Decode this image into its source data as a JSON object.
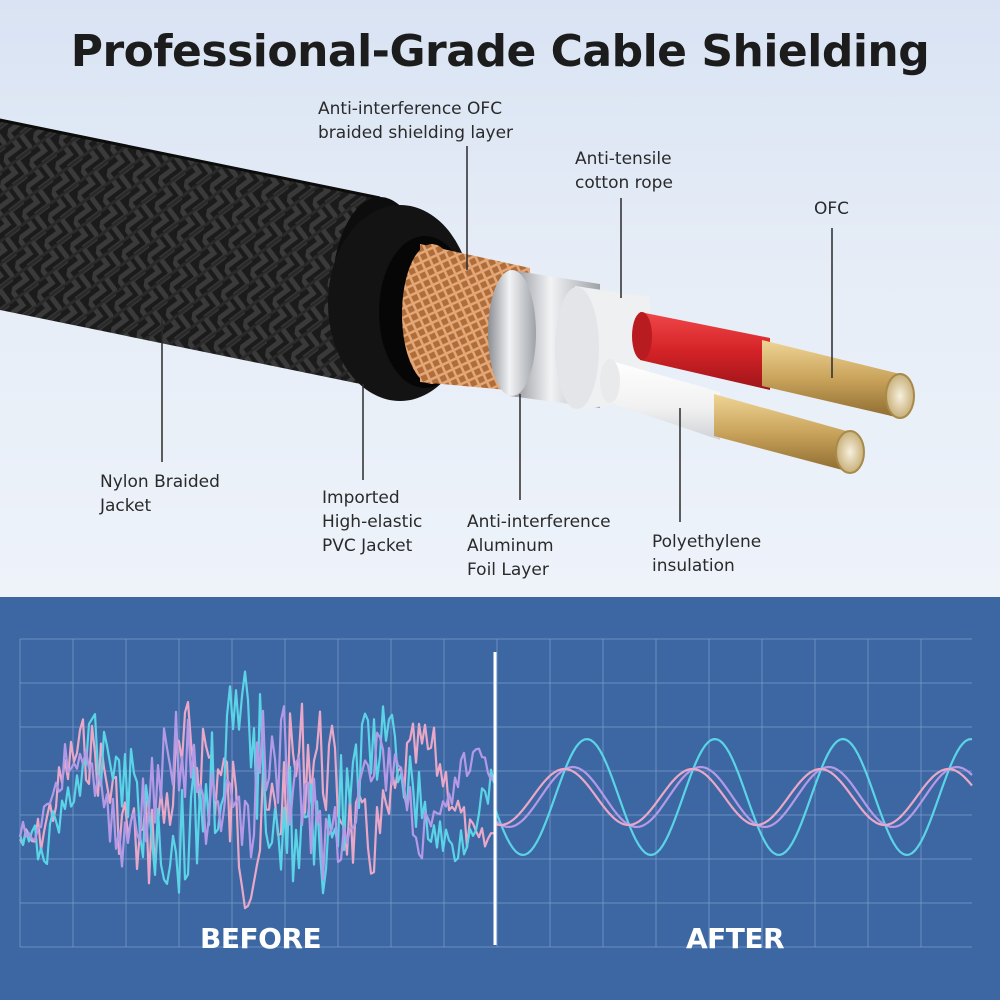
{
  "title": "Professional-Grade Cable Shielding",
  "callouts": {
    "ofc_braid": "Anti-interference OFC\nbraided shielding layer",
    "cotton_rope": "Anti-tensile\ncotton rope",
    "ofc": "OFC",
    "nylon_jacket": "Nylon Braided\nJacket",
    "pvc_jacket": "Imported\nHigh-elastic\nPVC Jacket",
    "aluminum_foil": "Anti-interference\nAluminum\nFoil Layer",
    "polyethylene": "Polyethylene\ninsulation"
  },
  "comparison": {
    "before_label": "BEFORE",
    "after_label": "AFTER"
  },
  "colors": {
    "panel_blue": "#3d67a3",
    "grid_line": "#7f9fd0",
    "wave_cyan": "#5ad4e6",
    "wave_pink": "#e9a8c8",
    "wave_lavender": "#b49ae6",
    "copper": "#c98a4e",
    "gold_wire": "#d7b56a",
    "red_insulation": "#d8262c",
    "white_insulation": "#f7f7f7"
  }
}
